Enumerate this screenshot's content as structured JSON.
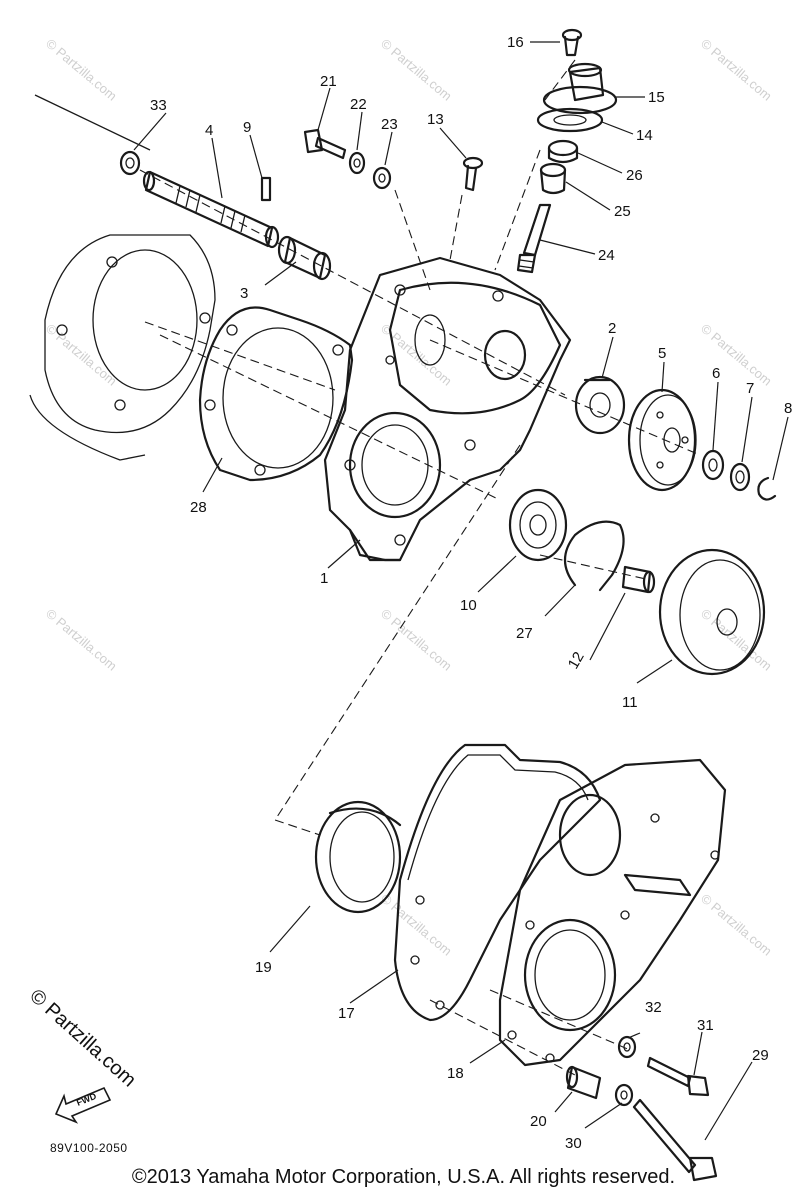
{
  "diagram": {
    "callouts": [
      "1",
      "2",
      "3",
      "4",
      "5",
      "6",
      "7",
      "8",
      "9",
      "10",
      "11",
      "12",
      "13",
      "14",
      "15",
      "16",
      "17",
      "18",
      "19",
      "20",
      "21",
      "22",
      "23",
      "24",
      "25",
      "26",
      "27",
      "28",
      "29",
      "30",
      "31",
      "32",
      "33"
    ],
    "watermark_small": "© Partzilla.com",
    "watermark_large": "© Partzilla.com",
    "fwd_label": "FWD",
    "part_code": "89V100-2050",
    "copyright": "©2013  Yamaha Motor Corporation, U.S.A. All rights reserved."
  }
}
